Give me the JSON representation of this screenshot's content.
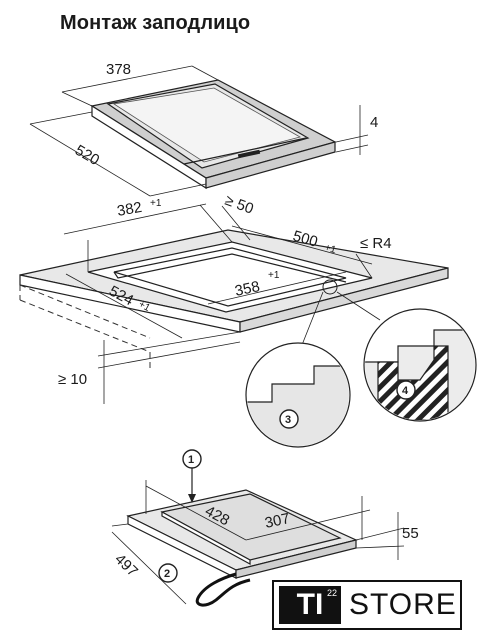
{
  "title": "Монтаж заподлицо",
  "dimensions": {
    "top_width": "378",
    "top_depth": "520",
    "top_height": "4",
    "min_rear": "≥ 50",
    "cut_outer_w": "382",
    "cut_outer_w_tol": "+1",
    "cut_outer_d": "500",
    "cut_outer_d_tol": "+1",
    "radius": "≤ R4",
    "cut_inner_w": "358",
    "cut_inner_w_tol": "+1",
    "cut_inner_d": "524",
    "cut_inner_d_tol": "+1",
    "min_thickness": "≥ 10",
    "box_w": "428",
    "box_w2": "307",
    "box_h": "55",
    "box_d": "497"
  },
  "callouts": [
    "1",
    "2",
    "3",
    "4"
  ],
  "logo": {
    "mark": "TI",
    "mark_sup": "22",
    "name": "STORE"
  }
}
